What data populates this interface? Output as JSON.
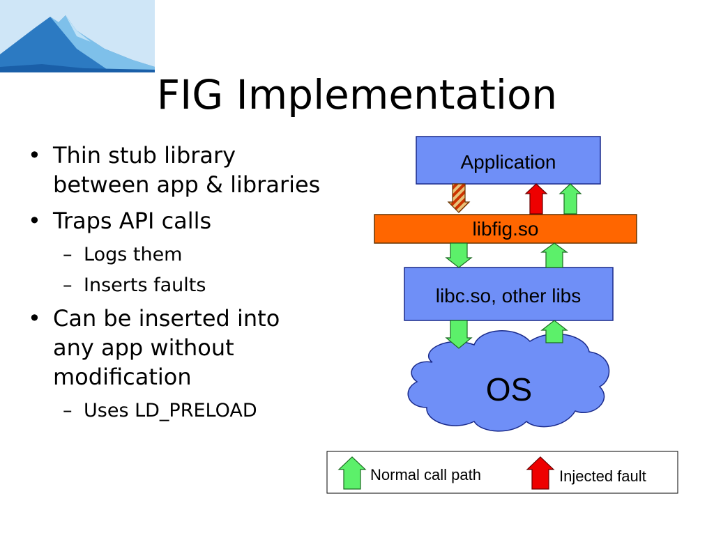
{
  "slide": {
    "title": "FIG Implementation",
    "bullets": [
      {
        "text": "Thin stub library between app & libraries",
        "sub": []
      },
      {
        "text": "Traps API calls",
        "sub": [
          "Logs them",
          "Inserts faults"
        ]
      },
      {
        "text": "Can be inserted into any app without modification",
        "sub": [
          "Uses LD_PRELOAD"
        ]
      }
    ],
    "bullet_symbol": "•",
    "dash_symbol": "–"
  },
  "diagram": {
    "boxes": {
      "application": "Application",
      "libfig": "libfig.so",
      "libc": "libc.so, other libs",
      "os": "OS"
    },
    "legend": {
      "normal": "Normal call path",
      "fault": "Injected fault"
    },
    "colors": {
      "box_blue": "#6f8ff7",
      "libfig_orange": "#ff6600",
      "arrow_green": "#5cf06a",
      "arrow_red": "#ee0000",
      "hatch_tan": "#e8c27a",
      "hatch_red": "#cc3300"
    }
  }
}
